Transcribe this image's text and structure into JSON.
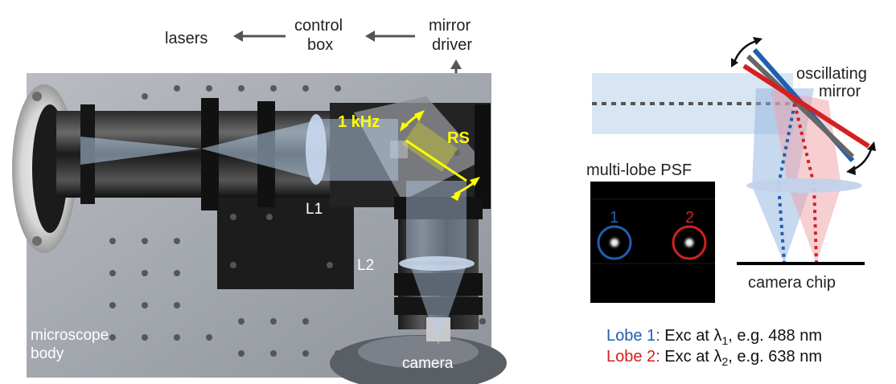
{
  "flow_labels": {
    "lasers": "lasers",
    "control_box": [
      "control",
      "box"
    ],
    "mirror_driver": [
      "mirror",
      "driver"
    ]
  },
  "photo_labels": {
    "frequency": "1 kHz",
    "rs": "RS",
    "l1": "L1",
    "l2": "L2",
    "microscope_body": [
      "microscope",
      "body"
    ],
    "camera": "camera"
  },
  "schematic_labels": {
    "oscillating_mirror": [
      "oscillating",
      "mirror"
    ],
    "psf_title": "multi-lobe PSF",
    "lobe_1_num": "1",
    "lobe_2_num": "2",
    "camera_chip": "camera chip"
  },
  "legend": {
    "lobe1_prefix": "Lobe 1:",
    "lobe1_text_pre": " Exc at λ",
    "lobe1_sub": "1",
    "lobe1_text_post": ", e.g. 488 nm",
    "lobe2_prefix": "Lobe 2:",
    "lobe2_text_pre": " Exc at λ",
    "lobe2_sub": "2",
    "lobe2_text_post": ", e.g. 638 nm"
  },
  "colors": {
    "lobe1": "#1f5fb0",
    "lobe2": "#d42020",
    "annotation": "#ffff00",
    "beam_light": "#b8cfe8"
  }
}
